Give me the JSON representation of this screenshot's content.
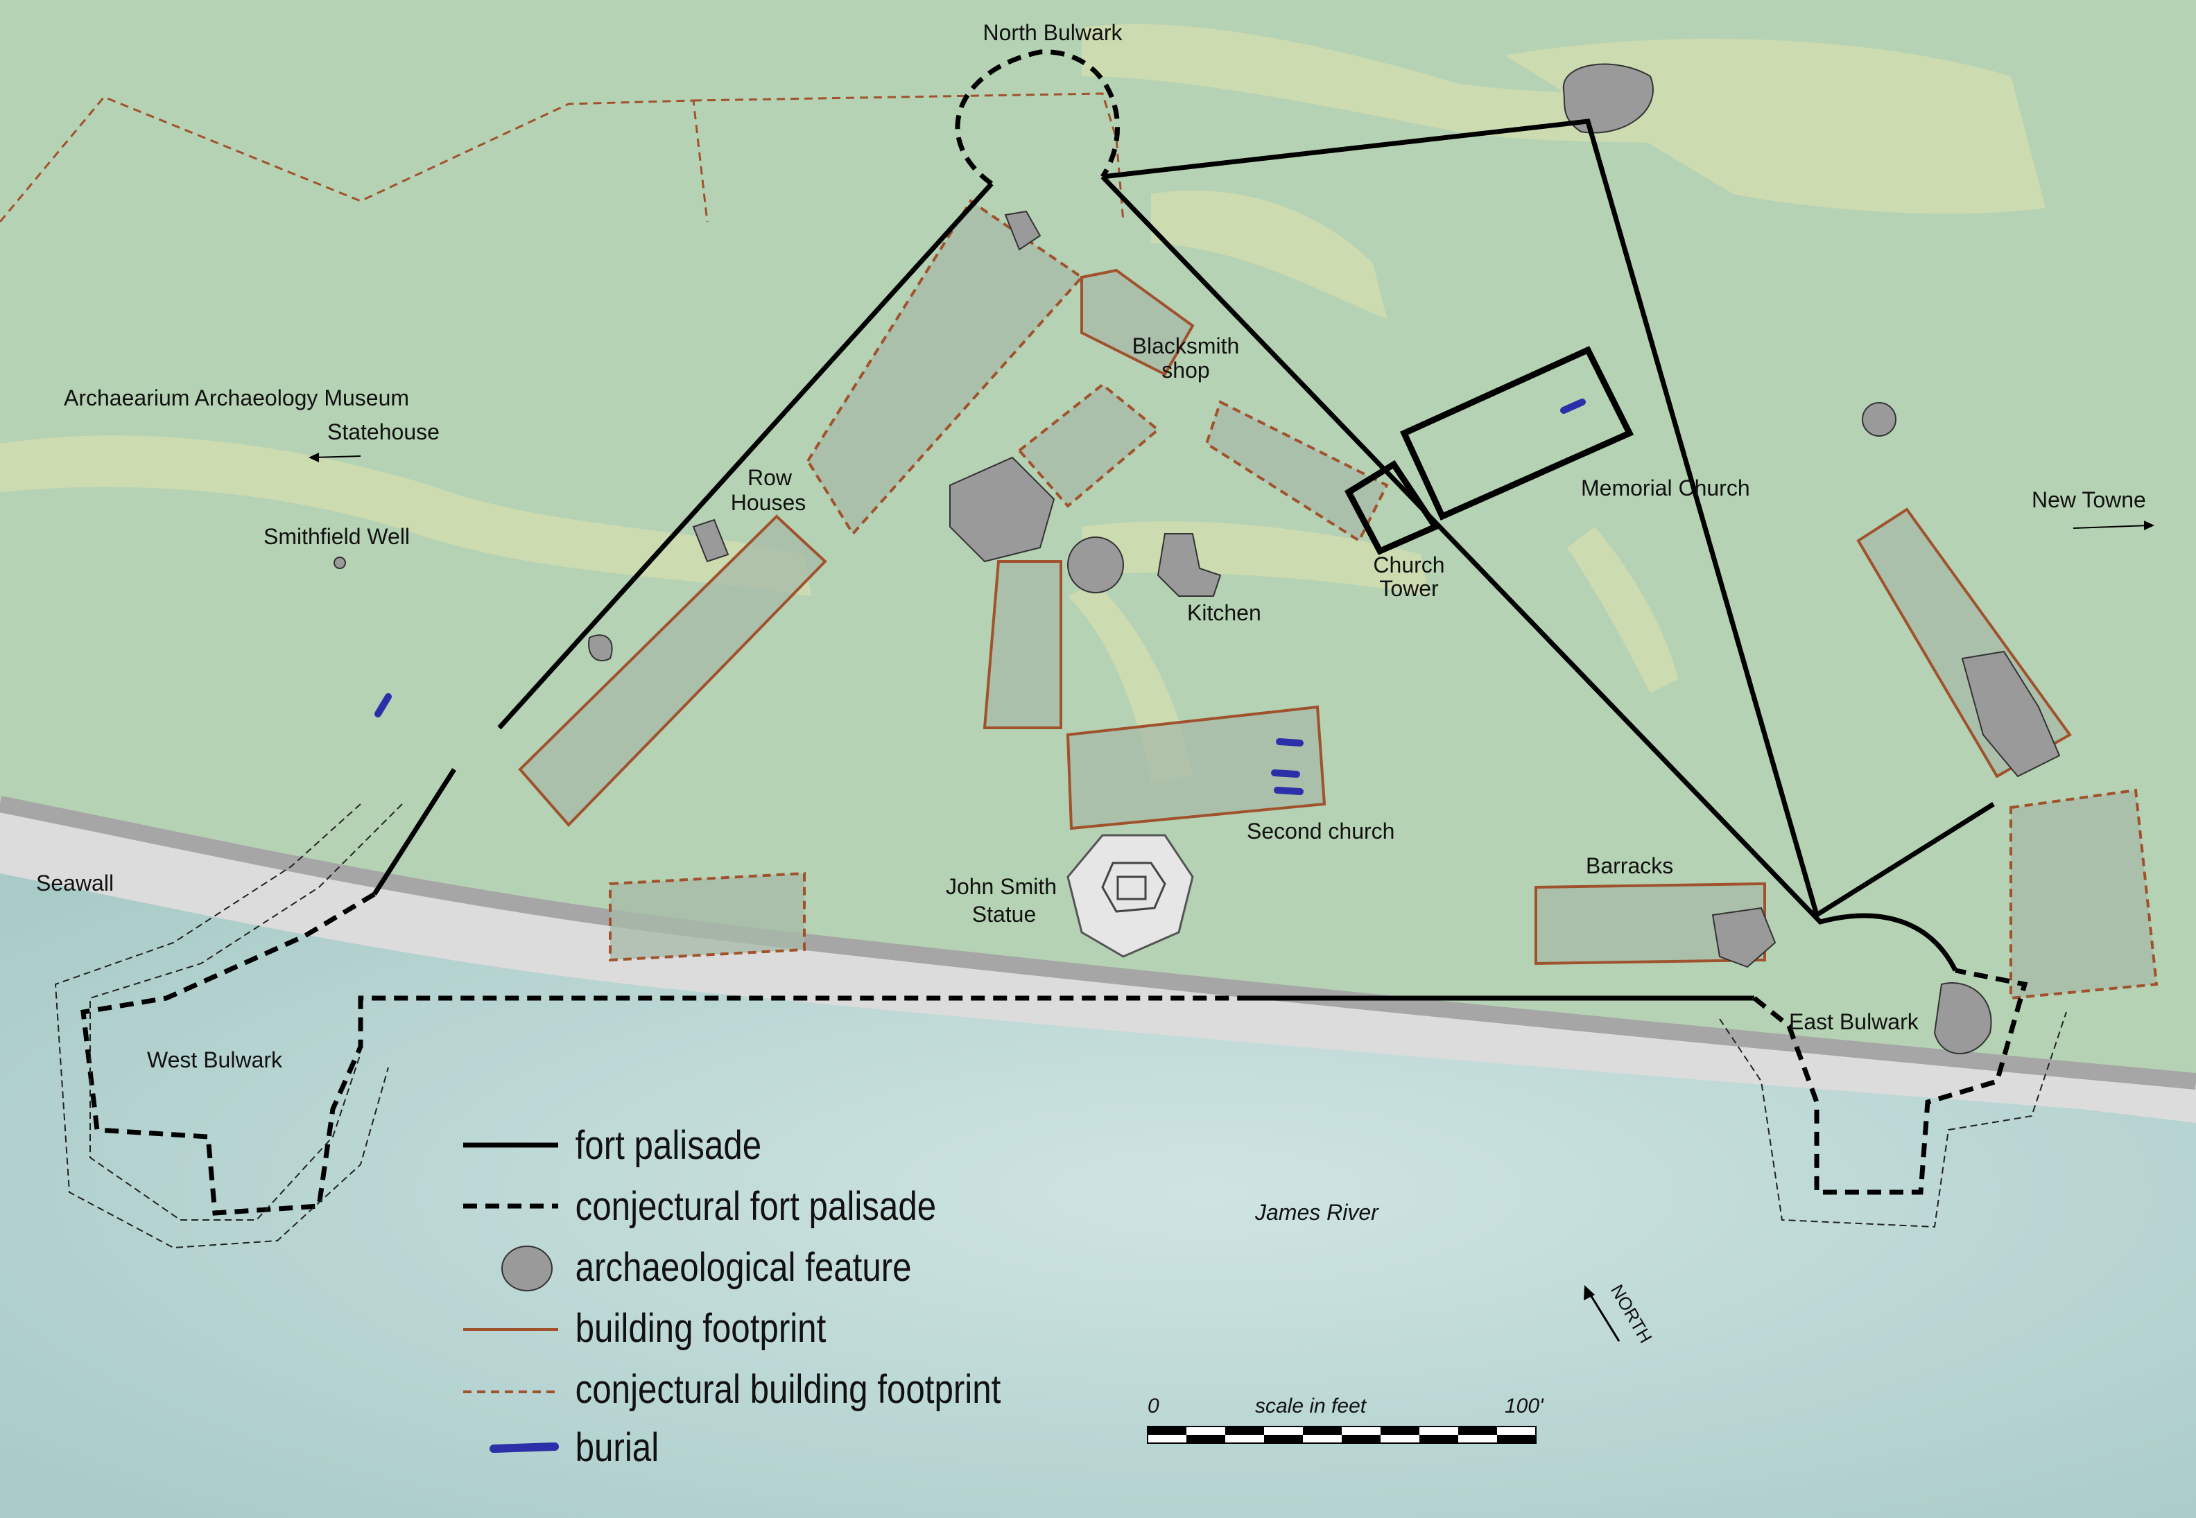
{
  "labels": {
    "north_bulwark": "North Bulwark",
    "museum": "Archaearium Archaeology Museum",
    "statehouse": "Statehouse",
    "smithfield_well": "Smithfield Well",
    "row_houses_1": "Row",
    "row_houses_2": "Houses",
    "blacksmith_1": "Blacksmith",
    "blacksmith_2": "shop",
    "memorial_church": "Memorial Church",
    "new_towne": "New Towne",
    "church_tower_1": "Church",
    "church_tower_2": "Tower",
    "kitchen": "Kitchen",
    "second_church": "Second church",
    "barracks": "Barracks",
    "john_smith_1": "John Smith",
    "john_smith_2": "Statue",
    "seawall": "Seawall",
    "west_bulwark": "West Bulwark",
    "east_bulwark": "East Bulwark",
    "james_river": "James River",
    "north_arrow": "NORTH"
  },
  "legend": [
    {
      "symbol": "solid-line",
      "label": "fort palisade"
    },
    {
      "symbol": "dashed-line",
      "label": "conjectural fort palisade"
    },
    {
      "symbol": "gray-blob",
      "label": "archaeological feature"
    },
    {
      "symbol": "brown-line",
      "label": "building footprint"
    },
    {
      "symbol": "brown-dashed-line",
      "label": "conjectural building footprint"
    },
    {
      "symbol": "blue-bar",
      "label": "burial"
    }
  ],
  "scale": {
    "start": "0",
    "caption": "scale in feet",
    "end": "100'"
  },
  "colors": {
    "land": "#b6d2b4",
    "paths": "#cfdcb0",
    "water": "#bcd8d6",
    "seawall": "#dcdcdc",
    "footprint": "#a0522d",
    "feature": "#9a9a9a",
    "burial": "#2b2fa8",
    "palisade": "#000000"
  }
}
